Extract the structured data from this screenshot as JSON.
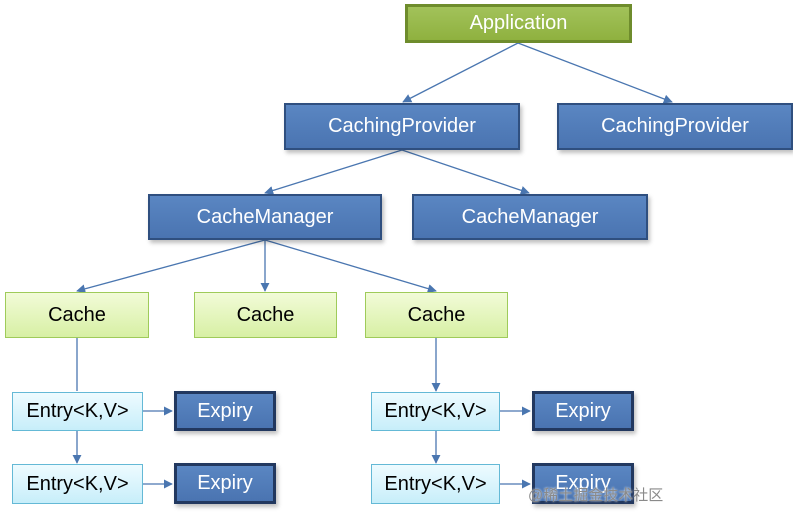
{
  "nodes": {
    "application": "Application",
    "caching_provider_1": "CachingProvider",
    "caching_provider_2": "CachingProvider",
    "cache_manager_1": "CacheManager",
    "cache_manager_2": "CacheManager",
    "cache_1": "Cache",
    "cache_2": "Cache",
    "cache_3": "Cache",
    "entry_1": "Entry<K,V>",
    "entry_2": "Entry<K,V>",
    "entry_3": "Entry<K,V>",
    "entry_4": "Entry<K,V>",
    "expiry_1": "Expiry",
    "expiry_2": "Expiry",
    "expiry_3": "Expiry",
    "expiry_4": "Expiry"
  },
  "watermark": "@稀土掘金技术社区",
  "colors": {
    "application_fill": "#8fb13f",
    "blue_fill": "#4f7bb8",
    "cache_fill": "#e2f5b7",
    "entry_fill": "#d6f3fc",
    "connector": "#4a76b0"
  }
}
